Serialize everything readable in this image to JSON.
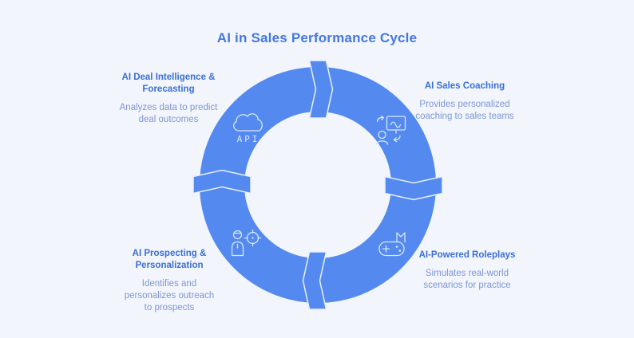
{
  "title": "AI in Sales Performance Cycle",
  "colors": {
    "background": "#f2f5fc",
    "ring": "#548af0",
    "title_text": "#4477e3",
    "heading_text": "#3a6fd9",
    "body_text": "#7e97d6",
    "icon_line": "#d9e7fc"
  },
  "diagram": {
    "type": "cycle",
    "direction": "clockwise",
    "steps": [
      {
        "position": "top-left",
        "icon": "cloud-api-icon",
        "icon_label": "API",
        "heading": [
          "AI Deal Intelligence &",
          "Forecasting"
        ],
        "description": [
          "Analyzes data to predict",
          "deal outcomes"
        ]
      },
      {
        "position": "top-right",
        "icon": "sales-coaching-icon",
        "heading": [
          "AI Sales Coaching"
        ],
        "description": [
          "Provides personalized",
          "coaching to sales teams"
        ]
      },
      {
        "position": "bottom-right",
        "icon": "game-controller-icon",
        "heading": [
          "AI-Powered Roleplays"
        ],
        "description": [
          "Simulates real-world",
          "scenarios for practice"
        ]
      },
      {
        "position": "bottom-left",
        "icon": "person-target-icon",
        "heading": [
          "AI Prospecting &",
          "Personalization"
        ],
        "description": [
          "Identifies and",
          "personalizes outreach",
          "to prospects"
        ]
      }
    ]
  }
}
